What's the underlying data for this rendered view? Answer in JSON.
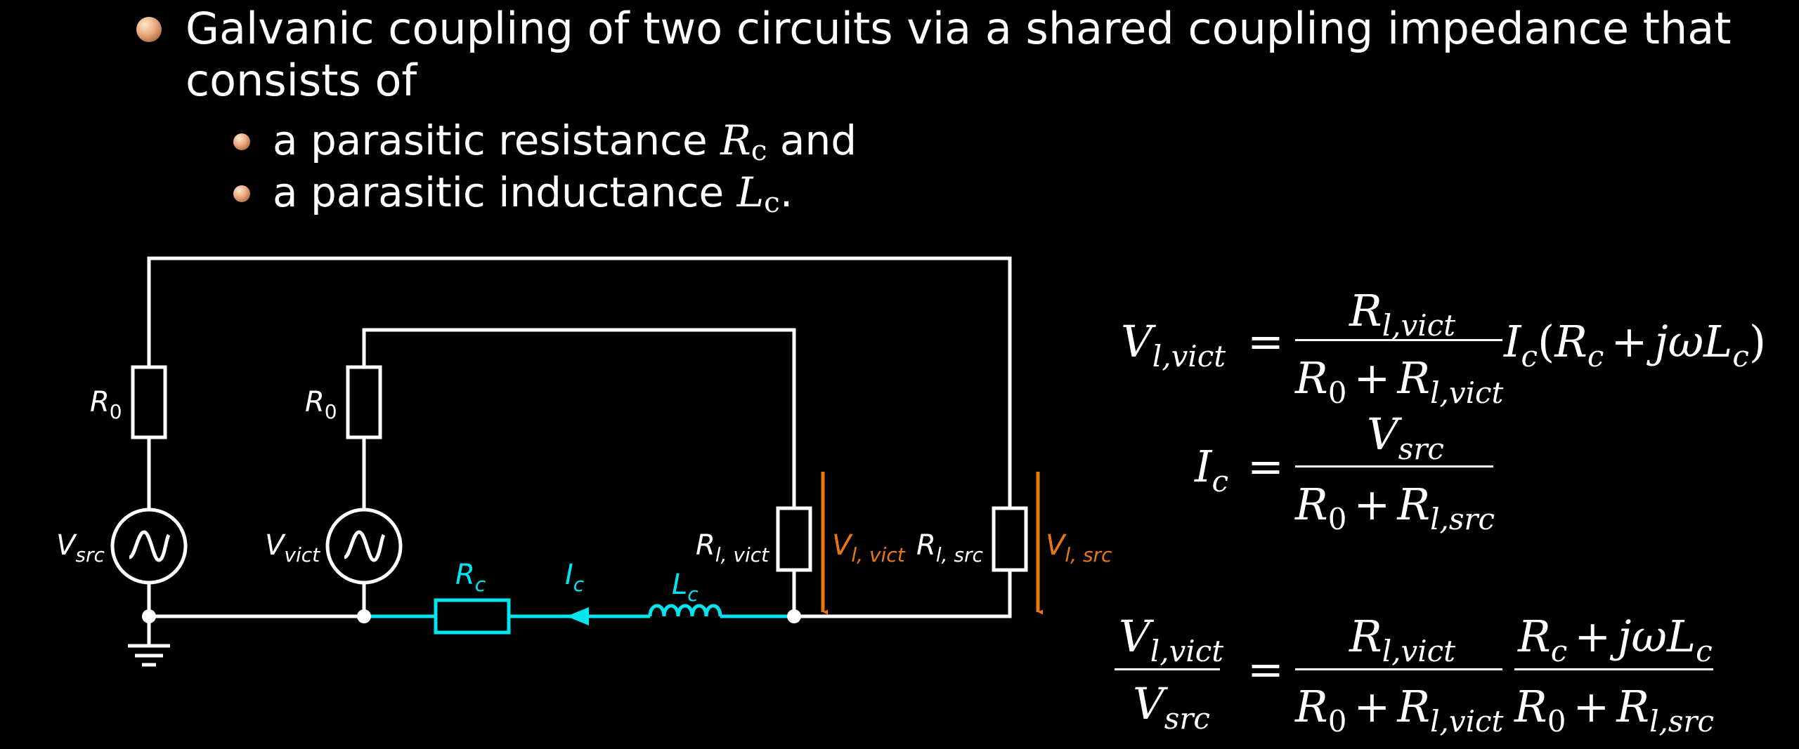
{
  "bullets": {
    "main": "Galvanic coupling of two circuits via a shared coupling impedance that consists of",
    "sub1": {
      "pre": "a parasitic resistance ",
      "sym": "R",
      "sub": "c",
      "post": " and"
    },
    "sub2": {
      "pre": "a parasitic inductance ",
      "sym": "L",
      "sub": "c",
      "post": "."
    }
  },
  "circuit": {
    "R0_left": "R",
    "R0_left_sub": "0",
    "R0_right": "R",
    "R0_right_sub": "0",
    "Vsrc": "V",
    "Vsrc_sub": "src",
    "Vvict": "V",
    "Vvict_sub": "vict",
    "Rc": "R",
    "Rc_sub": "c",
    "Ic": "I",
    "Ic_sub": "c",
    "Lc": "L",
    "Lc_sub": "c",
    "Rlvict": "R",
    "Rlvict_sub": "l, vict",
    "Vlvict": "V",
    "Vlvict_sub": "l, vict",
    "Rlsrc": "R",
    "Rlsrc_sub": "l, src",
    "Vlsrc": "V",
    "Vlsrc_sub": "l, src",
    "colors": {
      "wire": "#ffffff",
      "coupling": "#00e5f0",
      "voltage": "#e87710"
    }
  },
  "equations": {
    "eq1": {
      "lhs": "V",
      "lhs_sub": "l,vict",
      "eq": "=",
      "num": "R",
      "num_sub": "l,vict",
      "den_a": "R",
      "den_a_sub": "0",
      "plus": "+",
      "den_b": "R",
      "den_b_sub": "l,vict",
      "tail_I": "I",
      "tail_I_sub": "c",
      "tail_open": "(",
      "tail_R": "R",
      "tail_R_sub": "c",
      "tail_plus": "+",
      "tail_jw": "jωL",
      "tail_L_sub": "c",
      "tail_close": ")"
    },
    "eq2": {
      "lhs": "I",
      "lhs_sub": "c",
      "eq": "=",
      "num": "V",
      "num_sub": "src",
      "den_a": "R",
      "den_a_sub": "0",
      "plus": "+",
      "den_b": "R",
      "den_b_sub": "l,src"
    },
    "eq3": {
      "lhs_num": "V",
      "lhs_num_sub": "l,vict",
      "lhs_den": "V",
      "lhs_den_sub": "src",
      "eq": "=",
      "f1_num": "R",
      "f1_num_sub": "l,vict",
      "f1_den_a": "R",
      "f1_den_a_sub": "0",
      "f1_plus": "+",
      "f1_den_b": "R",
      "f1_den_b_sub": "l,vict",
      "f2_num_a": "R",
      "f2_num_a_sub": "c",
      "f2_plus": "+",
      "f2_num_b": "jωL",
      "f2_num_b_sub": "c",
      "f2_den_a": "R",
      "f2_den_a_sub": "0",
      "f2_plus2": "+",
      "f2_den_b": "R",
      "f2_den_b_sub": "l,src"
    }
  }
}
